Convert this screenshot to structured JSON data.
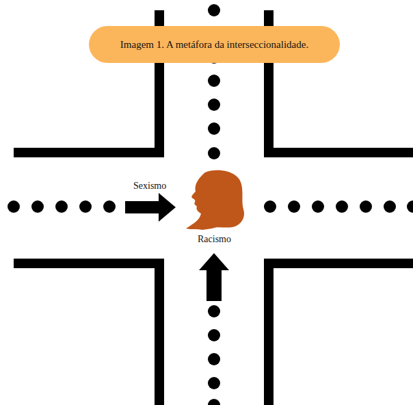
{
  "diagram": {
    "title": "Imagem 1. A metáfora da interseccionalidade.",
    "labels": [
      "Sexismo",
      "Racismo"
    ]
  }
}
